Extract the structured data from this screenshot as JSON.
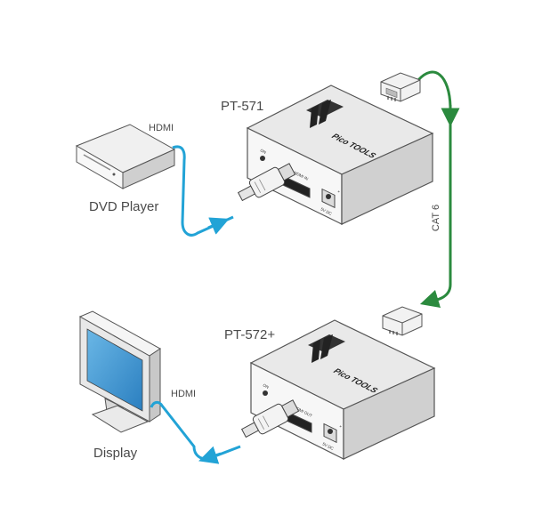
{
  "colors": {
    "hdmi_cable": "#22a3d6",
    "cat_cable": "#2b8a3e",
    "device_top": "#e9e9e9",
    "device_front": "#f7f7f7",
    "device_side": "#c9c9c9",
    "outline": "#555555"
  },
  "labels": {
    "tx_model": "PT-571",
    "rx_model": "PT-572+",
    "source": "DVD Player",
    "display": "Display",
    "hdmi_top": "HDMI",
    "hdmi_bottom": "HDMI",
    "cat": "CAT 6"
  },
  "devices": {
    "tx": {
      "brand": "Pico TOOLS",
      "port": "HDMI IN",
      "power": "5V DC",
      "led": "ON",
      "plus": "+"
    },
    "rx": {
      "brand": "Pico TOOLS",
      "port": "HDMI OUT",
      "power": "5V DC",
      "led": "ON",
      "plus": "+"
    }
  },
  "icons": {
    "logo": "kramer-logo-icon",
    "rj45": "rj45-connector-icon",
    "hdmi_plug": "hdmi-plug-icon",
    "dvd": "dvd-player-icon",
    "monitor": "monitor-icon"
  }
}
